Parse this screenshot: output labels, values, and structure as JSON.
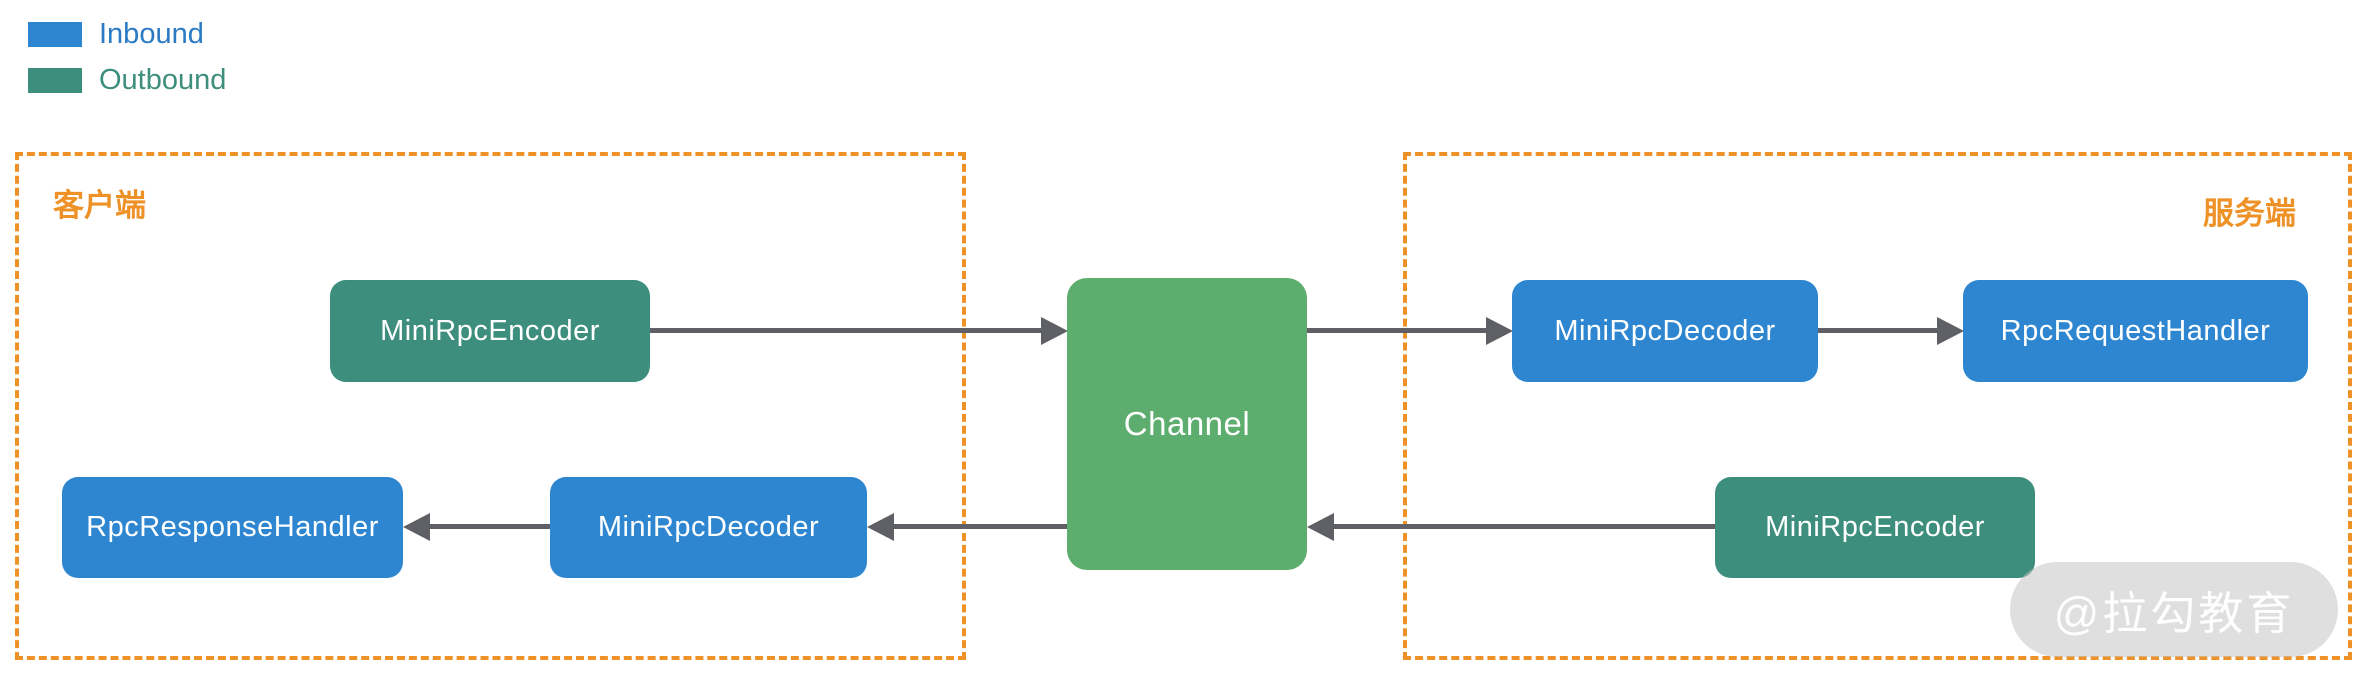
{
  "legend": {
    "items": [
      {
        "label": "Inbound",
        "color": "#2E86D1",
        "text_color": "#2B7BC4"
      },
      {
        "label": "Outbound",
        "color": "#3E8E7E",
        "text_color": "#3E8E7E"
      }
    ]
  },
  "groups": {
    "client": {
      "label": "客户端"
    },
    "server": {
      "label": "服务端"
    }
  },
  "nodes": {
    "channel": {
      "label": "Channel",
      "type": "channel"
    },
    "client_encoder": {
      "label": "MiniRpcEncoder",
      "type": "outbound"
    },
    "client_decoder": {
      "label": "MiniRpcDecoder",
      "type": "inbound"
    },
    "rpc_response_handler": {
      "label": "RpcResponseHandler",
      "type": "inbound"
    },
    "server_decoder": {
      "label": "MiniRpcDecoder",
      "type": "inbound"
    },
    "server_encoder": {
      "label": "MiniRpcEncoder",
      "type": "outbound"
    },
    "rpc_request_handler": {
      "label": "RpcRequestHandler",
      "type": "inbound"
    }
  },
  "watermark": {
    "text": "@拉勾教育"
  },
  "colors": {
    "inbound": "#2E86D1",
    "outbound": "#3E8E7E",
    "channel": "#5CAD6E",
    "group_border": "#EE9227",
    "arrow": "#5E6066",
    "inbound_text": "#2B7BC4",
    "outbound_text": "#3E8E7E"
  }
}
